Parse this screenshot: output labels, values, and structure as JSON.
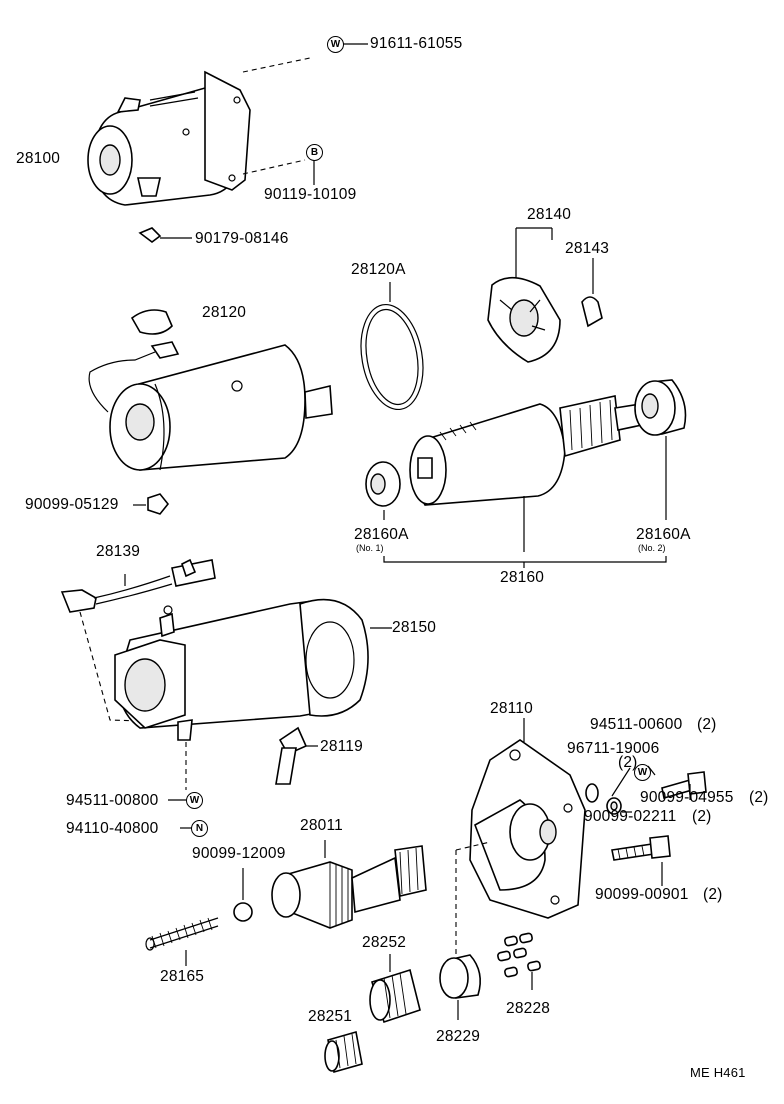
{
  "diagram_code": "ME H461",
  "labels": {
    "p91611_61055": "91611-61055",
    "p28100": "28100",
    "p90119_10109": "90119-10109",
    "p90179_08146": "90179-08146",
    "p28140": "28140",
    "p28143": "28143",
    "p28120A": "28120A",
    "p28120": "28120",
    "p90099_05129": "90099-05129",
    "p28160A_1": "28160A",
    "p28160A_1_sub": "(No. 1)",
    "p28160A_2": "28160A",
    "p28160A_2_sub": "(No. 2)",
    "p28160": "28160",
    "p28139": "28139",
    "p28150": "28150",
    "p28119": "28119",
    "p94511_00800": "94511-00800",
    "p94110_40800": "94110-40800",
    "p28110": "28110",
    "p94511_00600": "94511-00600",
    "p94511_00600_qty": "(2)",
    "p96711_19006": "96711-19006",
    "p96711_19006_qty": "(2)",
    "p90099_04955": "90099-04955",
    "p90099_04955_qty": "(2)",
    "p90099_02211": "90099-02211",
    "p90099_02211_qty": "(2)",
    "p90099_00901": "90099-00901",
    "p90099_00901_qty": "(2)",
    "p28011": "28011",
    "p90099_12009": "90099-12009",
    "p28165": "28165",
    "p28252": "28252",
    "p28229": "28229",
    "p28228": "28228",
    "p28251": "28251"
  },
  "badges": {
    "w": "W",
    "b": "B",
    "n": "N"
  }
}
